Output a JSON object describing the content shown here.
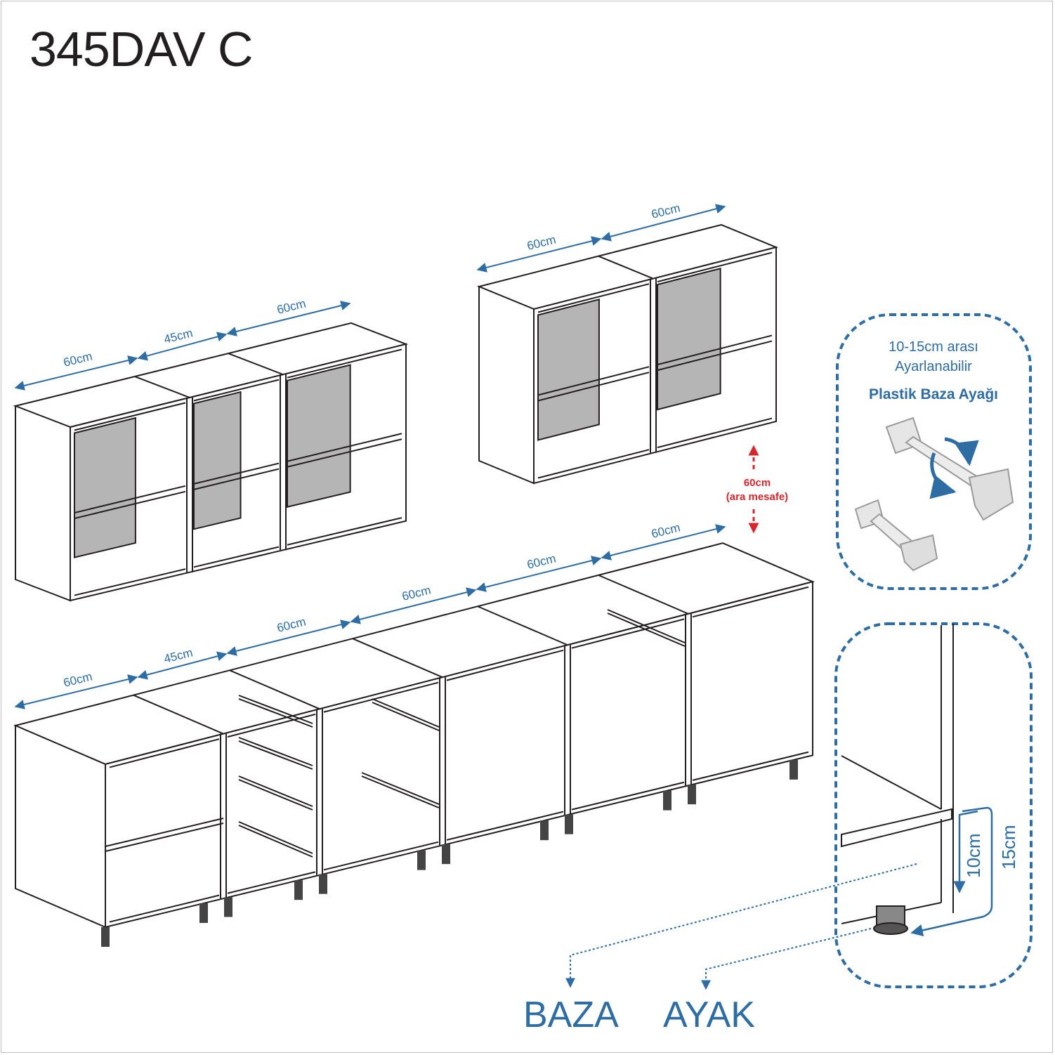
{
  "title": "345DAV C",
  "upper_left_dims": [
    "60cm",
    "45cm",
    "60cm"
  ],
  "upper_right_dims": [
    "60cm",
    "60cm"
  ],
  "lower_dims": [
    "60cm",
    "45cm",
    "60cm",
    "60cm",
    "60cm",
    "60cm"
  ],
  "gap": {
    "value": "60cm",
    "label": "(ara mesafe)"
  },
  "leg_info": {
    "line1": "10-15cm arası",
    "line2": "Ayarlanabilir",
    "line3": "Plastik Baza Ayağı"
  },
  "detail": {
    "dim_inner": "10cm",
    "dim_outer": "15cm"
  },
  "labels": {
    "baza": "BAZA",
    "ayak": "AYAK"
  },
  "colors": {
    "accent": "#2e6da4",
    "warning": "#d7262e",
    "line": "#231f20",
    "back_panel": "#b5b5b5"
  }
}
